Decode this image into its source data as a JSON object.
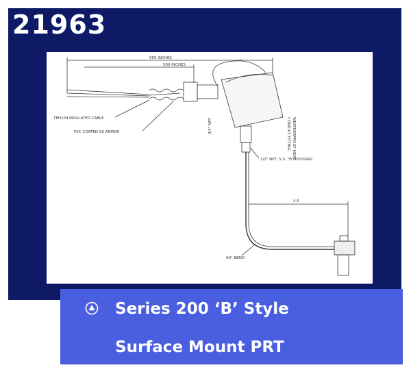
{
  "header": {
    "code": "21963"
  },
  "drawing": {
    "dim_overall": "505 INCHES",
    "dim_cable": "500 INCHES",
    "dim_length": "4.5",
    "label_cable": "TEFLON INSULATED CABLE",
    "label_armor": "PVC COATED SS ARMOR",
    "label_housing": "1/2\" NPT, S.S. \"B\" HOUSING",
    "label_bend": "90° BEND",
    "label_npt": "3/4\" NPT",
    "label_head": "CONDUIT FITTING",
    "label_side": "WEATHERPROOF HEAD"
  },
  "caption": {
    "line1": "Series 200 ‘B’ Style",
    "line2": "Surface Mount PRT"
  },
  "colors": {
    "navy": "#0e1a66",
    "caption_bg": "#4a5fe0",
    "text": "#ffffff"
  }
}
